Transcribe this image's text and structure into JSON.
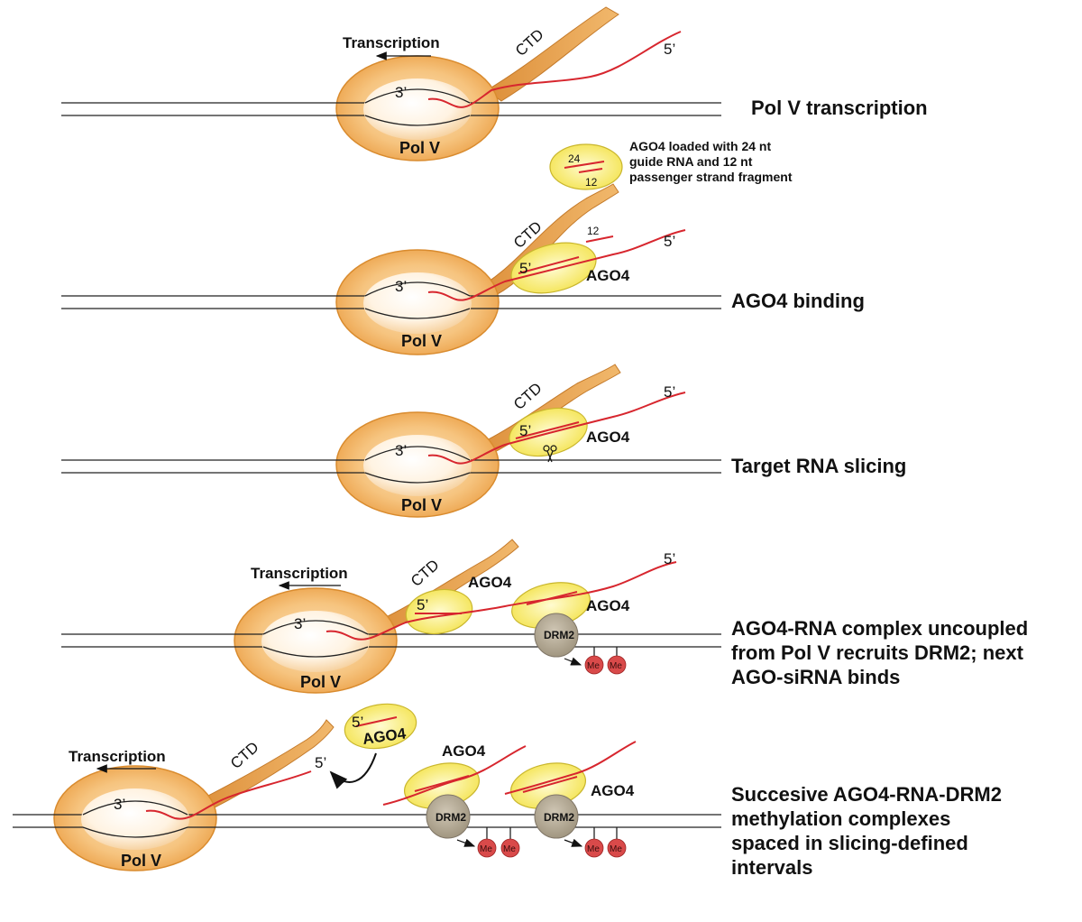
{
  "stages": [
    {
      "label": "Pol V transcription"
    },
    {
      "label": "AGO4 binding"
    },
    {
      "label": "Target RNA slicing"
    },
    {
      "label": "AGO4-RNA complex uncoupled\nfrom Pol V recruits DRM2; next\nAGO-siRNA binds"
    },
    {
      "label": "Succesive AGO4-RNA-DRM2\nmethylation complexes\nspaced in slicing-defined\nintervals"
    }
  ],
  "note": {
    "text": "AGO4 loaded with 24 nt\nguide RNA and 12 nt\npassenger strand fragment",
    "guide": "24",
    "passenger": "12"
  },
  "labels": {
    "transcription": "Transcription",
    "ctd": "CTD",
    "pol_v": "Pol V",
    "three_prime": "3’",
    "five_prime": "5’",
    "ago4": "AGO4",
    "drm2": "DRM2",
    "me": "Me",
    "twelve": "12"
  },
  "colors": {
    "pol_v": "#f2b160",
    "ctd": "#e9a04d",
    "ago4": "#f7ec5f",
    "drm2": "#b2a894",
    "rna": "#d7262e",
    "me": "#d94a4a"
  }
}
